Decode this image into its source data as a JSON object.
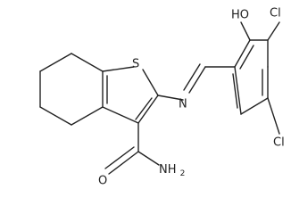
{
  "molecule": {
    "atoms": {
      "sulfur": "S",
      "imine_nitrogen": "N",
      "hydroxyl": "HO",
      "chlorine_top": "Cl",
      "chlorine_bottom": "Cl",
      "amide_nitrogen": "NH",
      "amide_nitrogen_subscript": "2",
      "carbonyl_oxygen": "O"
    }
  }
}
